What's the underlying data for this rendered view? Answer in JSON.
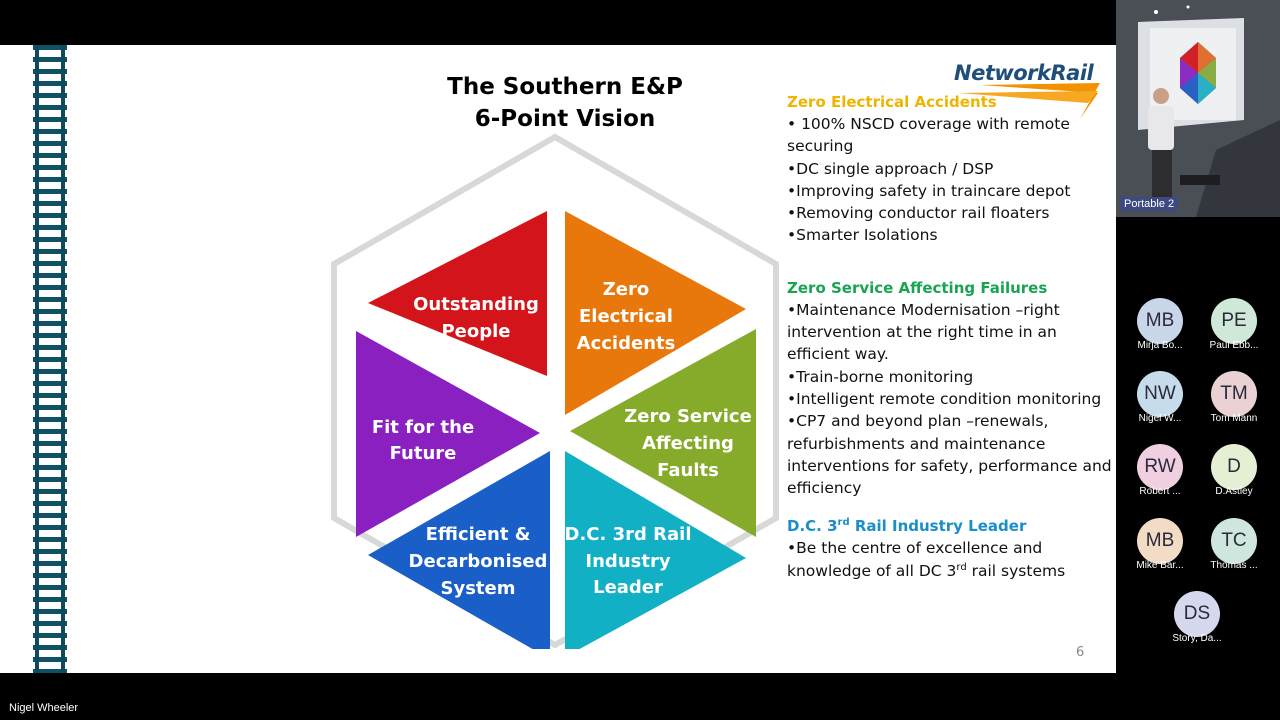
{
  "slide": {
    "title_line1": "The Southern E&P",
    "title_line2": "6-Point Vision",
    "logo_text": "NetworkRail",
    "slide_number": "6",
    "hexagon": [
      {
        "line1": "Outstanding",
        "line2": "People",
        "line3": "",
        "color": "#d4141b"
      },
      {
        "line1": "Zero",
        "line2": "Electrical",
        "line3": "Accidents",
        "color": "#e8780c"
      },
      {
        "line1": "Zero Service",
        "line2": "Affecting",
        "line3": "Faults",
        "color": "#86aa2a"
      },
      {
        "line1": "D.C. 3rd Rail",
        "line2": "Industry",
        "line3": "Leader",
        "color": "#12b0c4"
      },
      {
        "line1": "Efficient &",
        "line2": "Decarbonised",
        "line3": "System",
        "color": "#1a5fc8"
      },
      {
        "line1": "Fit for the",
        "line2": "Future",
        "line3": "",
        "color": "#8a20c0"
      }
    ],
    "sections": {
      "zea": {
        "heading": "Zero Electrical Accidents",
        "color": "#f0b400",
        "l1": "• 100% NSCD coverage with remote",
        "l2": "securing",
        "l3": "•DC single approach / DSP",
        "l4": "•Improving safety in traincare depot",
        "l5": "•Removing conductor rail floaters",
        "l6": "•Smarter Isolations"
      },
      "zsaf": {
        "heading": "Zero Service Affecting Failures",
        "color": "#19a454",
        "l1": "•Maintenance Modernisation –right",
        "l2": "intervention at the right time in an",
        "l3": "efficient way.",
        "l4": "•Train-borne monitoring",
        "l5": "•Intelligent remote condition monitoring",
        "l6": "•CP7 and beyond plan –renewals,",
        "l7": "refurbishments and maintenance",
        "l8": "interventions for safety, performance and",
        "l9": "efficiency"
      },
      "dc": {
        "heading_pre": "D.C. 3",
        "heading_sup": "rd",
        "heading_post": " Rail Industry Leader",
        "color": "#1a8ec8",
        "l1": "•Be the centre of excellence and",
        "l2_pre": "knowledge of all DC 3",
        "l2_sup": "rd",
        "l2_post": " rail systems"
      }
    }
  },
  "video": {
    "label": "Portable 2"
  },
  "participants": [
    {
      "initials": "MB",
      "name": "Mirja Bo...",
      "color": "#c9d6ea"
    },
    {
      "initials": "PE",
      "name": "Paul Ebb...",
      "color": "#cfe8d8"
    },
    {
      "initials": "NW",
      "name": "Nigel W...",
      "color": "#c7dcea"
    },
    {
      "initials": "TM",
      "name": "Tom Mann",
      "color": "#ead2d4"
    },
    {
      "initials": "RW",
      "name": "Robert ...",
      "color": "#efcfe0"
    },
    {
      "initials": "D",
      "name": "D.Astley",
      "color": "#e5efd3"
    },
    {
      "initials": "MB",
      "name": "Mike Bar...",
      "color": "#f2dcc6"
    },
    {
      "initials": "TC",
      "name": "Thomas ...",
      "color": "#cfe6df"
    },
    {
      "initials": "DS",
      "name": "Story, Da...",
      "color": "#d6d8ee"
    }
  ],
  "presenter_name": "Nigel Wheeler"
}
